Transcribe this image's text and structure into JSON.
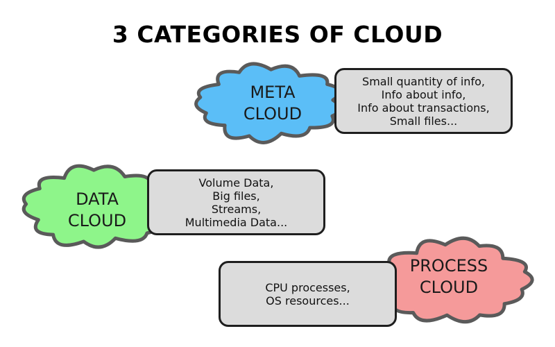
{
  "title": "3 CATEGORIES OF CLOUD",
  "colors": {
    "meta": "#5bbef7",
    "data": "#8ef58a",
    "process": "#f59a9a",
    "cloud_outline": "#5a5a5a",
    "box_fill": "#dcdcdc",
    "box_border": "#1e1e1e"
  },
  "clouds": {
    "meta": {
      "label_line1": "META",
      "label_line2": "CLOUD",
      "details": [
        "Small quantity of info,",
        "Info about info,",
        "Info about transactions,",
        "Small files..."
      ]
    },
    "data": {
      "label_line1": "DATA",
      "label_line2": "CLOUD",
      "details": [
        "Volume Data,",
        "Big files,",
        "Streams,",
        "Multimedia Data..."
      ]
    },
    "process": {
      "label_line1": "PROCESS",
      "label_line2": "CLOUD",
      "details": [
        "CPU processes,",
        "OS resources..."
      ]
    }
  }
}
